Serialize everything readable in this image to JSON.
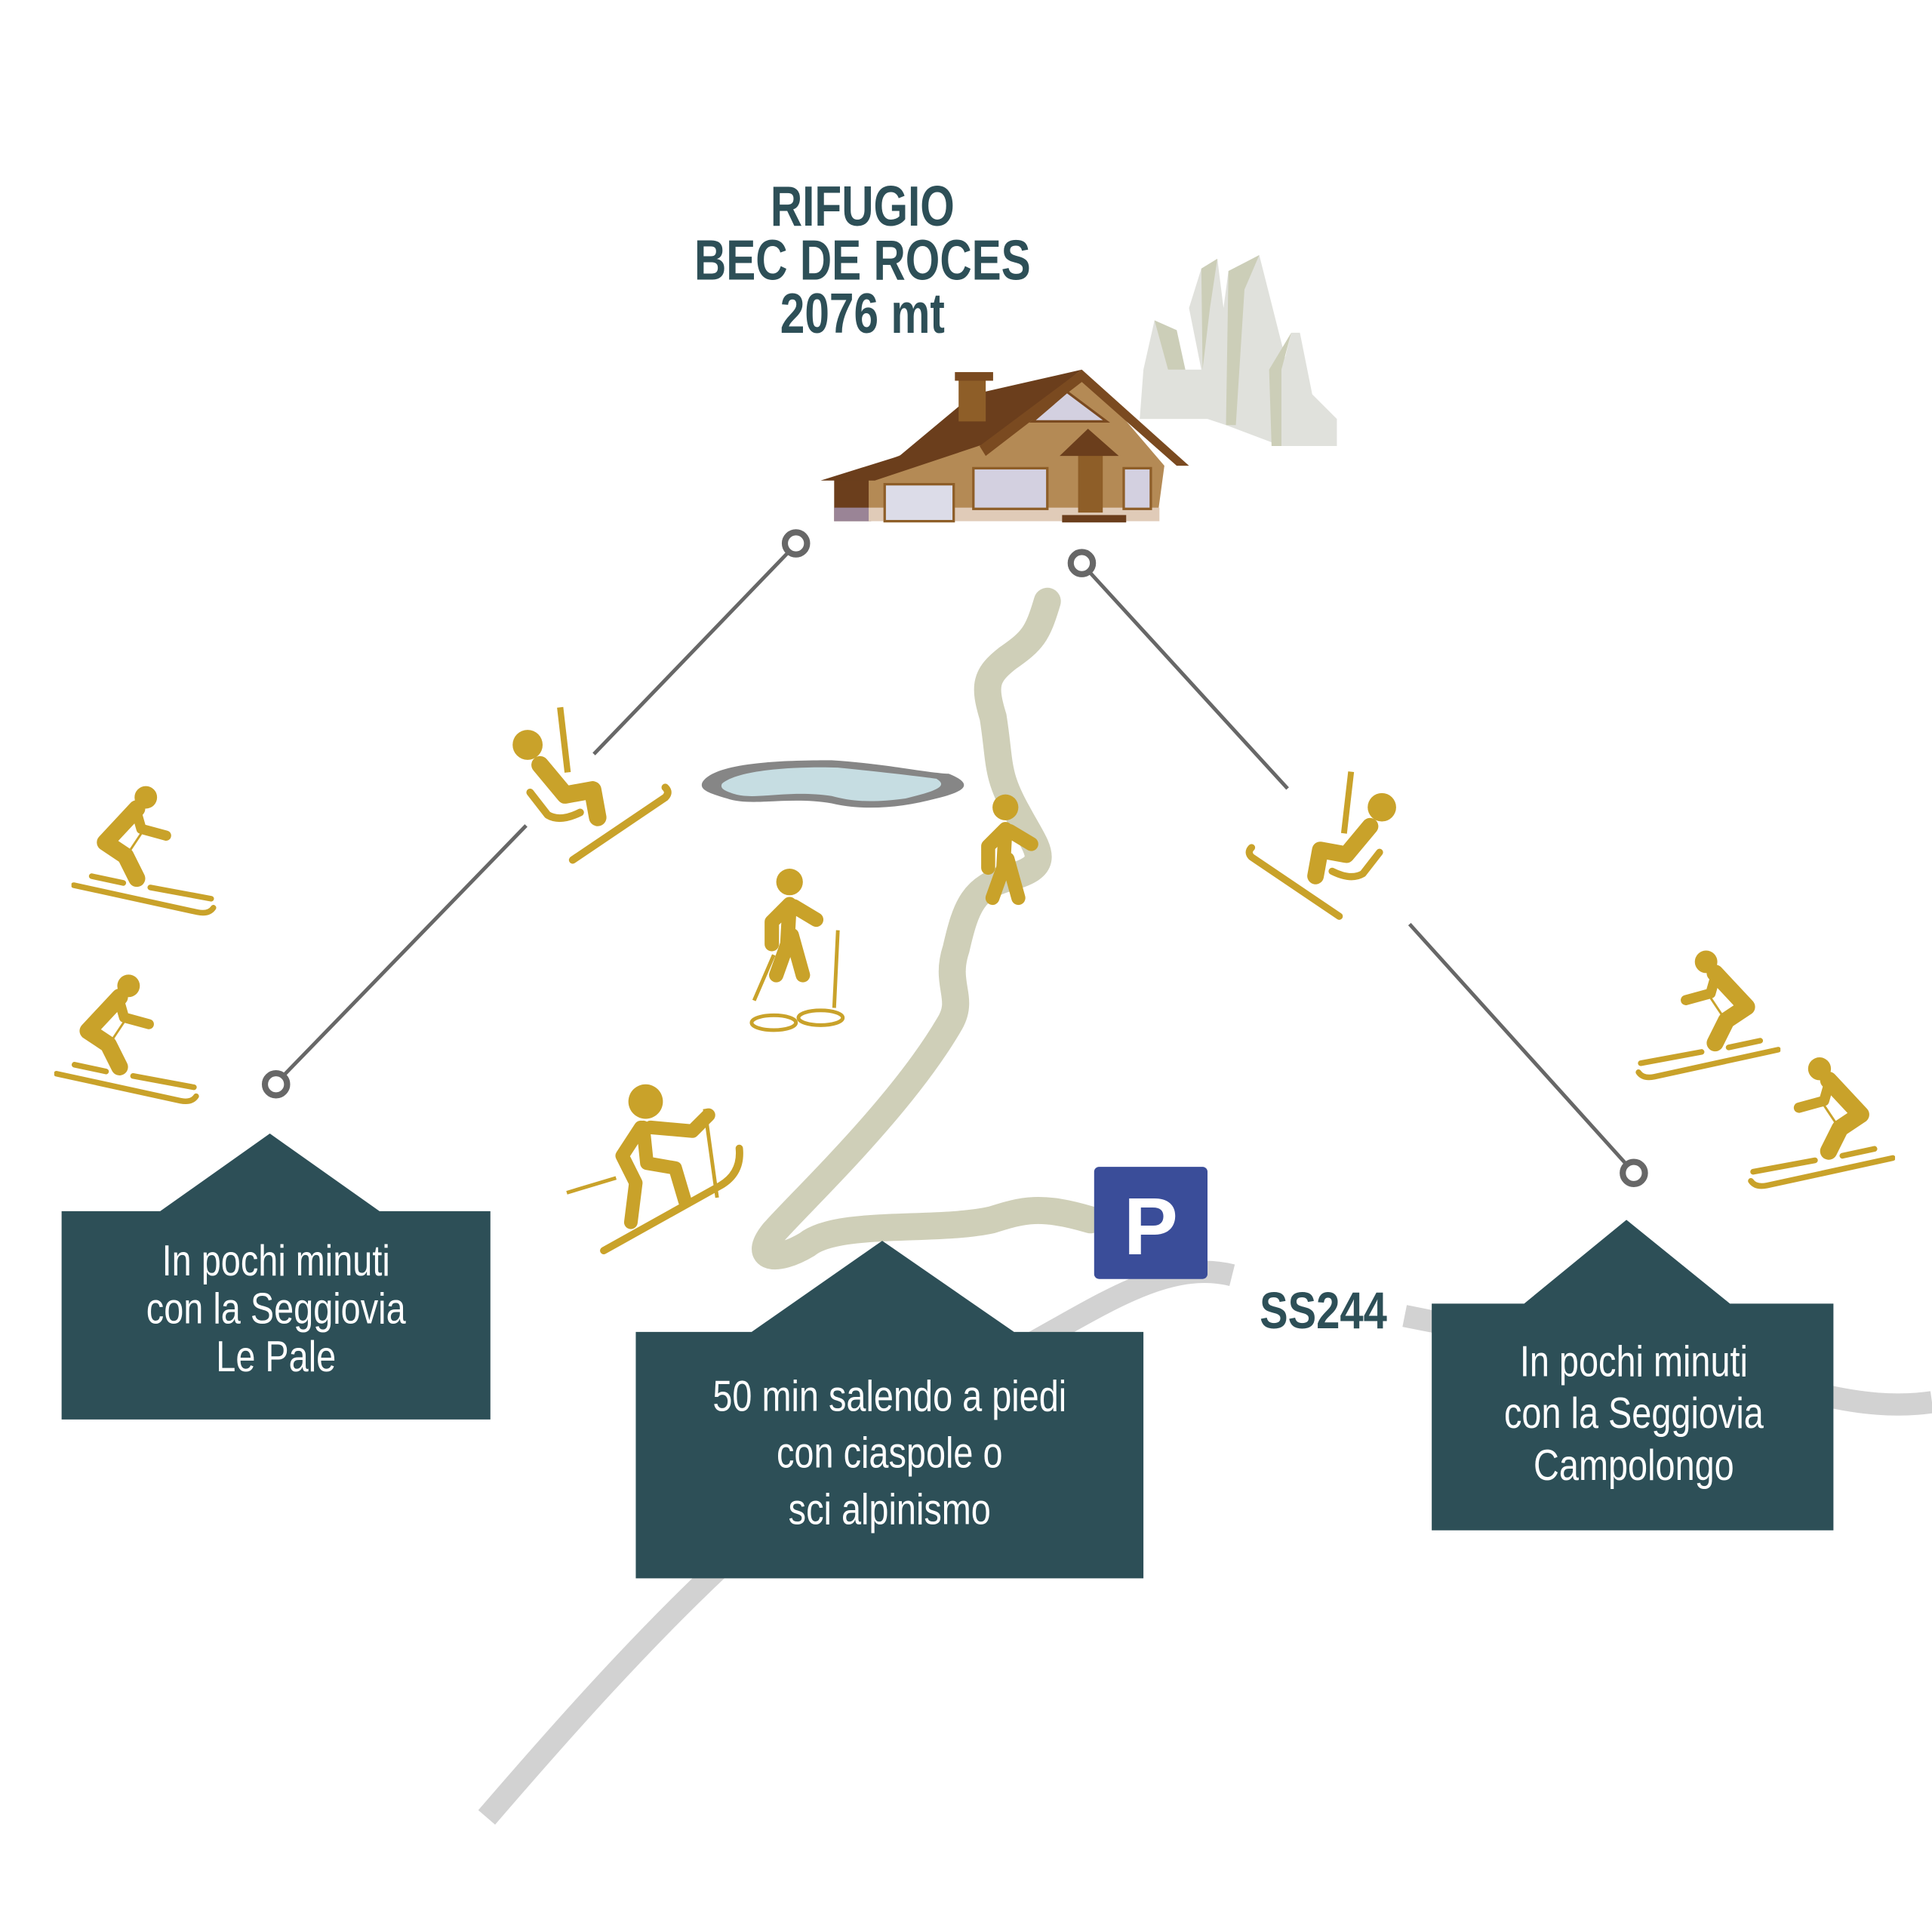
{
  "title": {
    "line1": "RIFUGIO",
    "line2": "BEC DE ROCES",
    "line3": "2076 mt"
  },
  "road_label": "SS244",
  "parking_label": "P",
  "boxes": {
    "left": {
      "line1": "In pochi minuti",
      "line2": "con la Seggiovia",
      "line3": "Le Pale"
    },
    "middle": {
      "line1": "50 min salendo a piedi",
      "line2": "con ciaspole o",
      "line3": "sci alpinismo"
    },
    "right": {
      "line1": "In pochi minuti",
      "line2": "con la Seggiovia",
      "line3": "Campolongo"
    }
  },
  "colors": {
    "box": "#2d4f57",
    "icons": "#c9a22a",
    "parking": "#3a4d99",
    "trail": "#cfcfb8",
    "road": "#d2d2d2"
  }
}
